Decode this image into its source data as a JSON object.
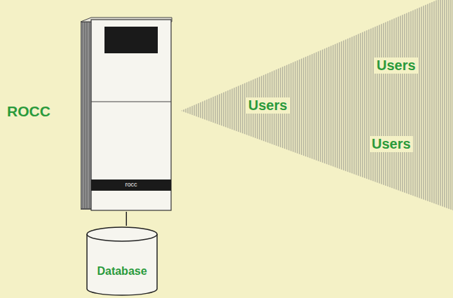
{
  "diagram": {
    "nodes": [
      {
        "text": [
          "ROCC",
          "rocc"
        ]
      },
      {
        "text": [
          "Database"
        ]
      },
      {
        "text": [
          "Users",
          "Users",
          "Users"
        ]
      }
    ],
    "edges": [
      {
        "from": 0,
        "to": 1,
        "arrow": "none"
      }
    ]
  }
}
